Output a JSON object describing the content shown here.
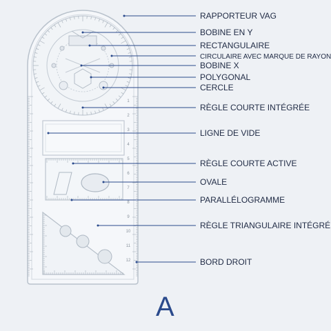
{
  "labels": [
    {
      "id": "rapporteur-vag",
      "text": "RAPPORTEUR VAG"
    },
    {
      "id": "bobine-en-y",
      "text": "BOBINE EN Y"
    },
    {
      "id": "rectangulaire",
      "text": "RECTANGULAIRE"
    },
    {
      "id": "circulaire-avec-marque-de-rayon",
      "text": "CIRCULAIRE AVEC MARQUE DE RAYON"
    },
    {
      "id": "bobine-x",
      "text": "BOBINE X"
    },
    {
      "id": "polygonal",
      "text": "POLYGONAL"
    },
    {
      "id": "cercle",
      "text": "CERCLE"
    },
    {
      "id": "regle-courte-integree",
      "text": "RÈGLE COURTE INTÉGRÉE"
    },
    {
      "id": "ligne-de-vide",
      "text": "LIGNE DE VIDE"
    },
    {
      "id": "regle-courte-active",
      "text": "RÈGLE COURTE ACTIVE"
    },
    {
      "id": "ovale",
      "text": "OVALE"
    },
    {
      "id": "parallelogramme",
      "text": "PARALLÉLOGRAMME"
    },
    {
      "id": "regle-triangulaire-integree",
      "text": "RÈGLE TRIANGULAIRE INTÉGRÉE"
    },
    {
      "id": "bord-droit",
      "text": "BORD DROIT"
    }
  ],
  "ruler_numbers": [
    "1",
    "2",
    "3",
    "4",
    "5",
    "6",
    "7",
    "8",
    "9",
    "10",
    "11",
    "12"
  ],
  "caption": "A",
  "colors": {
    "background": "#eef1f5",
    "leader_line": "#2a4a8c",
    "label_text": "#1f2a44",
    "ruler_edge": "#b9c2cc"
  }
}
